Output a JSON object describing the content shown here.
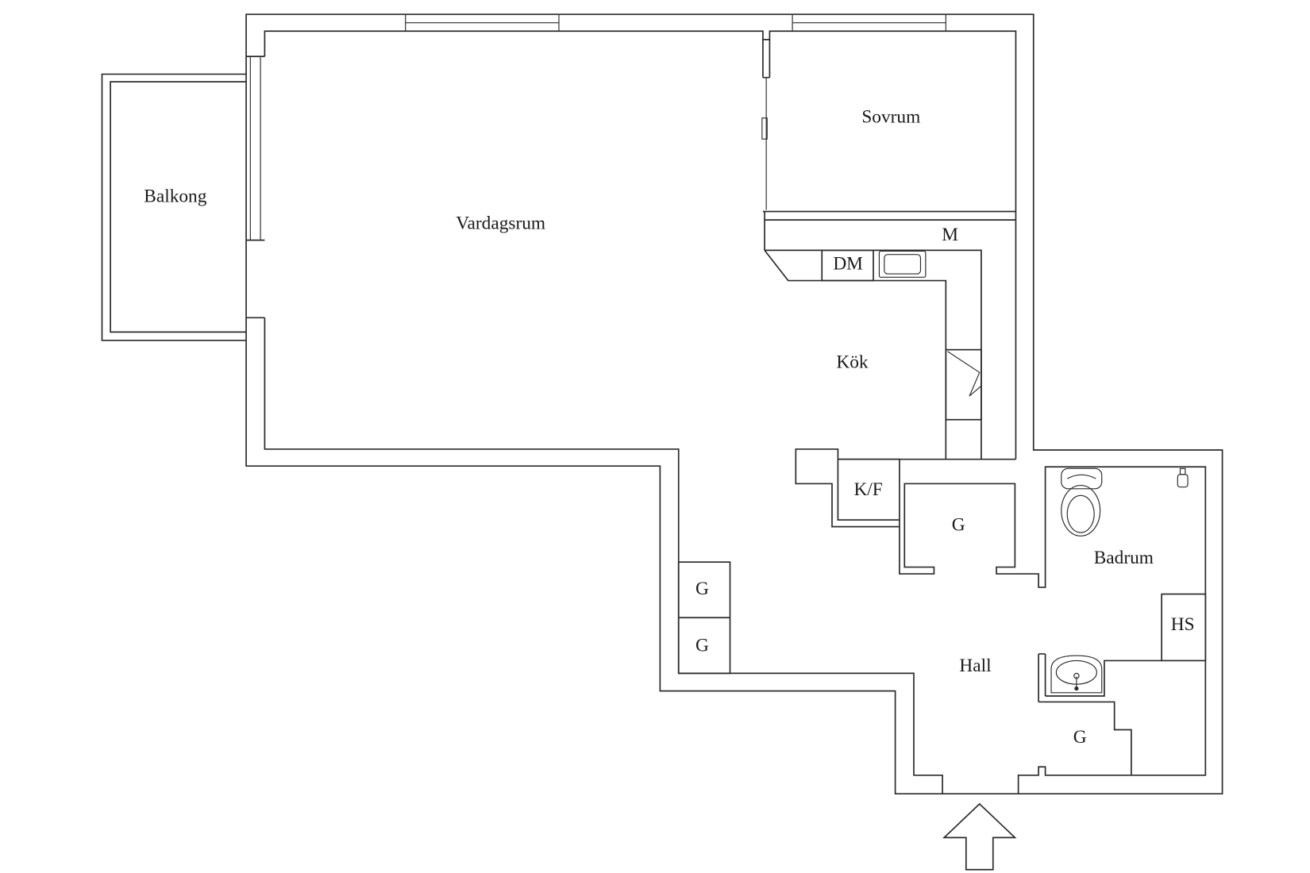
{
  "colors": {
    "background": "#ffffff",
    "line": "#2b2b2b",
    "label": "#1a1a1a"
  },
  "plan": {
    "rooms": {
      "balcony": "Balkong",
      "living_room": "Vardagsrum",
      "bedroom": "Sovrum",
      "kitchen": "Kök",
      "bathroom": "Badrum",
      "hall": "Hall"
    },
    "kitchen_fixtures": {
      "m": "M",
      "dm": "DM",
      "kf": "K/F"
    },
    "bathroom_fixtures": {
      "hs": "HS"
    },
    "closets": [
      "G",
      "G",
      "G",
      "G"
    ]
  },
  "icons": {
    "entrance": "arrow-up-icon",
    "toilet": "toilet-icon",
    "washbasin": "washbasin-icon",
    "kitchen_sink": "kitchen-sink-icon",
    "stove": "stove-icon",
    "shower": "shower-head-icon"
  }
}
